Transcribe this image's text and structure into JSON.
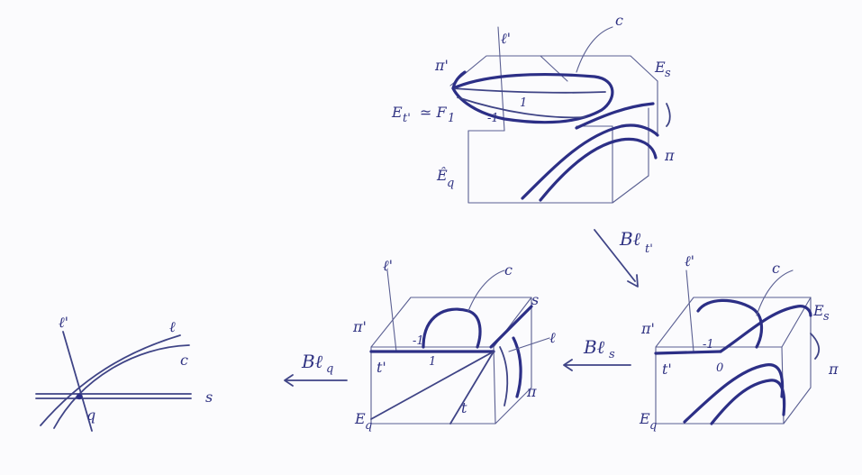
{
  "colors": {
    "ink": "#2c2f86",
    "ink_light": "#5a5f92",
    "paper": "#fbfbfd"
  },
  "labels": {
    "top": {
      "l_prime": "ℓ'",
      "c": "c",
      "pi_prime": "π'",
      "one": "1",
      "minus_one": "-1",
      "e_t_prime": "E",
      "e_t_prime_sub": "t'",
      "approx_f1": "≃ F",
      "f1_sub": "1",
      "e_s": "E",
      "e_s_sub": "s",
      "pi": "π",
      "e_q_hat": "Ê",
      "e_q_hat_sub": "q"
    },
    "right": {
      "l_prime": "ℓ'",
      "c": "c",
      "e_s": "E",
      "e_s_sub": "s",
      "pi_prime": "π'",
      "minus_one": "-1",
      "t_prime": "t'",
      "zero": "0",
      "pi": "π",
      "e_q": "E",
      "e_q_sub": "q"
    },
    "middle": {
      "l_prime": "ℓ'",
      "c": "c",
      "s": "s",
      "pi_prime": "π'",
      "minus_one": "-1",
      "l": "ℓ",
      "t_prime": "t'",
      "one": "1",
      "t": "t",
      "pi": "π",
      "e_q": "E",
      "e_q_sub": "q"
    },
    "left": {
      "l_prime": "ℓ'",
      "l": "ℓ",
      "c": "c",
      "s": "s",
      "q": "q"
    },
    "arrows": {
      "bl_t_prime": "Bℓ",
      "bl_t_prime_sub": "t'",
      "bl_s": "Bℓ",
      "bl_s_sub": "s",
      "bl_q": "Bℓ",
      "bl_q_sub": "q"
    }
  }
}
